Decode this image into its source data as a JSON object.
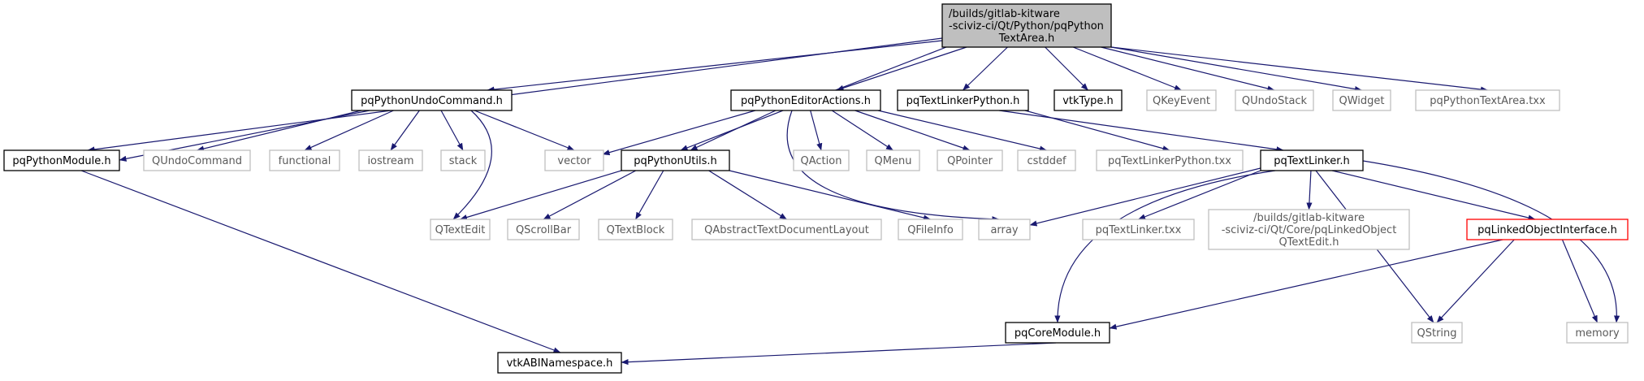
{
  "colors": {
    "edge": "#191970",
    "node_border_default": "#000000",
    "node_border_external": "#bfbfbf",
    "node_border_truncated": "#ff0000",
    "root_fill": "#bfbfbf",
    "text_default": "#000000",
    "text_external": "#5a5a5a"
  },
  "nodes": [
    {
      "id": "root",
      "style": "root",
      "lines": [
        "/builds/gitlab-kitware",
        "-sciviz-ci/Qt/Python/pqPython",
        "TextArea.h"
      ]
    },
    {
      "id": "pqPythonUndoCommand",
      "style": "normal",
      "lines": [
        "pqPythonUndoCommand.h"
      ]
    },
    {
      "id": "pqPythonEditorActions",
      "style": "normal",
      "lines": [
        "pqPythonEditorActions.h"
      ]
    },
    {
      "id": "pqTextLinkerPython",
      "style": "normal",
      "lines": [
        "pqTextLinkerPython.h"
      ]
    },
    {
      "id": "vtkType",
      "style": "normal",
      "lines": [
        "vtkType.h"
      ]
    },
    {
      "id": "QKeyEvent",
      "style": "external",
      "lines": [
        "QKeyEvent"
      ]
    },
    {
      "id": "QUndoStack",
      "style": "external",
      "lines": [
        "QUndoStack"
      ]
    },
    {
      "id": "QWidget",
      "style": "external",
      "lines": [
        "QWidget"
      ]
    },
    {
      "id": "pqPythonTextAreaTxx",
      "style": "external",
      "lines": [
        "pqPythonTextArea.txx"
      ]
    },
    {
      "id": "pqPythonModule",
      "style": "normal",
      "lines": [
        "pqPythonModule.h"
      ]
    },
    {
      "id": "QUndoCommand",
      "style": "external",
      "lines": [
        "QUndoCommand"
      ]
    },
    {
      "id": "functional",
      "style": "external",
      "lines": [
        "functional"
      ]
    },
    {
      "id": "iostream",
      "style": "external",
      "lines": [
        "iostream"
      ]
    },
    {
      "id": "stack",
      "style": "external",
      "lines": [
        "stack"
      ]
    },
    {
      "id": "vector",
      "style": "external",
      "lines": [
        "vector"
      ]
    },
    {
      "id": "pqPythonUtils",
      "style": "normal",
      "lines": [
        "pqPythonUtils.h"
      ]
    },
    {
      "id": "QAction",
      "style": "external",
      "lines": [
        "QAction"
      ]
    },
    {
      "id": "QMenu",
      "style": "external",
      "lines": [
        "QMenu"
      ]
    },
    {
      "id": "QPointer",
      "style": "external",
      "lines": [
        "QPointer"
      ]
    },
    {
      "id": "cstddef",
      "style": "external",
      "lines": [
        "cstddef"
      ]
    },
    {
      "id": "pqTextLinkerPythonTxx",
      "style": "external",
      "lines": [
        "pqTextLinkerPython.txx"
      ]
    },
    {
      "id": "pqTextLinker",
      "style": "normal",
      "lines": [
        "pqTextLinker.h"
      ]
    },
    {
      "id": "QTextEdit",
      "style": "external",
      "lines": [
        "QTextEdit"
      ]
    },
    {
      "id": "QScrollBar",
      "style": "external",
      "lines": [
        "QScrollBar"
      ]
    },
    {
      "id": "QTextBlock",
      "style": "external",
      "lines": [
        "QTextBlock"
      ]
    },
    {
      "id": "QAbstractTextDocumentLayout",
      "style": "external",
      "lines": [
        "QAbstractTextDocumentLayout"
      ]
    },
    {
      "id": "QFileInfo",
      "style": "external",
      "lines": [
        "QFileInfo"
      ]
    },
    {
      "id": "array",
      "style": "external",
      "lines": [
        "array"
      ]
    },
    {
      "id": "pqTextLinkerTxx",
      "style": "external",
      "lines": [
        "pqTextLinker.txx"
      ]
    },
    {
      "id": "pqLinkedObjectQTextEdit",
      "style": "external",
      "lines": [
        "/builds/gitlab-kitware",
        "-sciviz-ci/Qt/Core/pqLinkedObject",
        "QTextEdit.h"
      ]
    },
    {
      "id": "pqLinkedObjectInterface",
      "style": "truncated",
      "lines": [
        "pqLinkedObjectInterface.h"
      ]
    },
    {
      "id": "pqCoreModule",
      "style": "normal",
      "lines": [
        "pqCoreModule.h"
      ]
    },
    {
      "id": "QString",
      "style": "external",
      "lines": [
        "QString"
      ]
    },
    {
      "id": "memory",
      "style": "external",
      "lines": [
        "memory"
      ]
    },
    {
      "id": "vtkABINamespace",
      "style": "normal",
      "lines": [
        "vtkABINamespace.h"
      ]
    }
  ],
  "edges": [
    [
      "root",
      "pqPythonModule"
    ],
    [
      "root",
      "pqPythonUndoCommand"
    ],
    [
      "root",
      "pqPythonUtils"
    ],
    [
      "root",
      "pqPythonEditorActions"
    ],
    [
      "root",
      "pqTextLinkerPython"
    ],
    [
      "root",
      "vtkType"
    ],
    [
      "root",
      "QKeyEvent"
    ],
    [
      "root",
      "QUndoStack"
    ],
    [
      "root",
      "QWidget"
    ],
    [
      "root",
      "pqPythonTextAreaTxx"
    ],
    [
      "pqPythonUndoCommand",
      "pqPythonModule"
    ],
    [
      "pqPythonUndoCommand",
      "QUndoCommand"
    ],
    [
      "pqPythonUndoCommand",
      "functional"
    ],
    [
      "pqPythonUndoCommand",
      "iostream"
    ],
    [
      "pqPythonUndoCommand",
      "stack"
    ],
    [
      "pqPythonUndoCommand",
      "vector"
    ],
    [
      "pqPythonUndoCommand",
      "QTextEdit"
    ],
    [
      "pqPythonEditorActions",
      "vector"
    ],
    [
      "pqPythonEditorActions",
      "pqPythonUtils"
    ],
    [
      "pqPythonEditorActions",
      "QAction"
    ],
    [
      "pqPythonEditorActions",
      "QMenu"
    ],
    [
      "pqPythonEditorActions",
      "QPointer"
    ],
    [
      "pqPythonEditorActions",
      "cstddef"
    ],
    [
      "pqPythonEditorActions",
      "array"
    ],
    [
      "pqTextLinkerPython",
      "pqTextLinkerPythonTxx"
    ],
    [
      "pqTextLinkerPython",
      "pqTextLinker"
    ],
    [
      "pqPythonModule",
      "vtkABINamespace"
    ],
    [
      "pqPythonUtils",
      "QTextEdit"
    ],
    [
      "pqPythonUtils",
      "QScrollBar"
    ],
    [
      "pqPythonUtils",
      "QTextBlock"
    ],
    [
      "pqPythonUtils",
      "QAbstractTextDocumentLayout"
    ],
    [
      "pqPythonUtils",
      "QFileInfo"
    ],
    [
      "pqTextLinker",
      "array"
    ],
    [
      "pqTextLinker",
      "pqTextLinkerTxx"
    ],
    [
      "pqTextLinker",
      "pqLinkedObjectQTextEdit"
    ],
    [
      "pqTextLinker",
      "pqLinkedObjectInterface"
    ],
    [
      "pqTextLinker",
      "pqCoreModule"
    ],
    [
      "pqTextLinker",
      "QString"
    ],
    [
      "pqTextLinker",
      "memory"
    ],
    [
      "pqLinkedObjectInterface",
      "pqCoreModule"
    ],
    [
      "pqLinkedObjectInterface",
      "QString"
    ],
    [
      "pqLinkedObjectInterface",
      "memory"
    ],
    [
      "pqCoreModule",
      "vtkABINamespace"
    ]
  ]
}
